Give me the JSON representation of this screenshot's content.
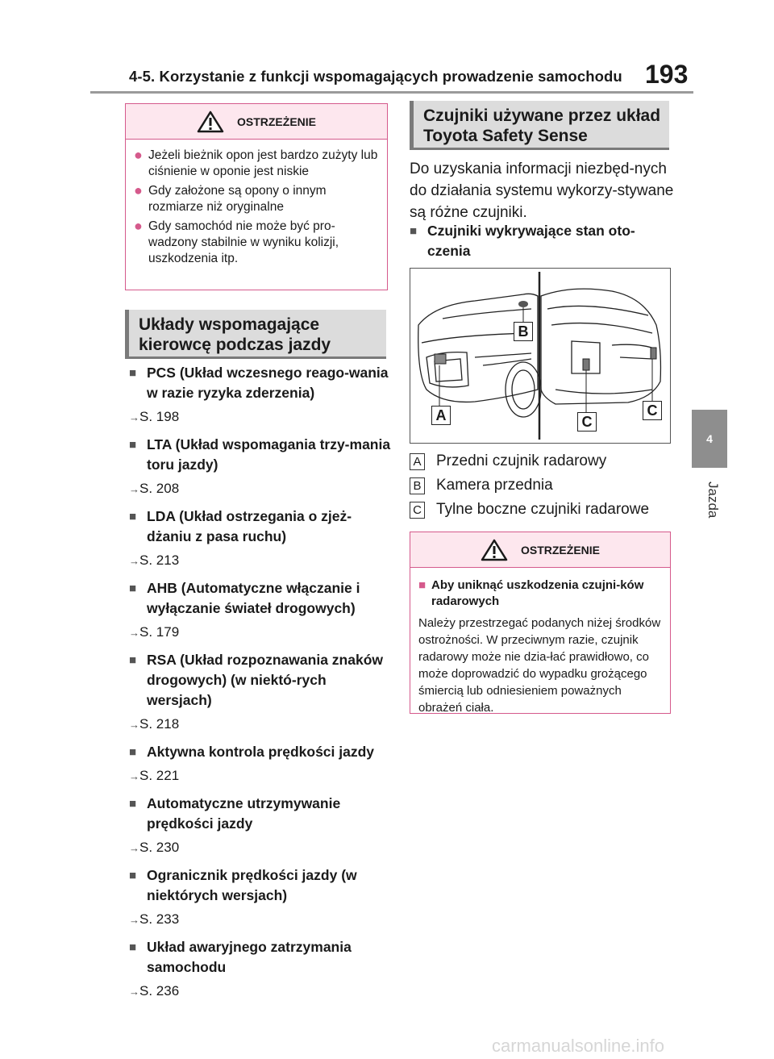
{
  "header": {
    "title": "4-5. Korzystanie z funkcji wspomagających prowadzenie samochodu",
    "page_number": "193"
  },
  "side_tab": {
    "number": "4",
    "label": "Jazda"
  },
  "warning_left": {
    "title": "OSTRZEŻENIE",
    "items": [
      "Jeżeli bieżnik opon jest bardzo zużyty lub ciśnienie w oponie jest niskie",
      "Gdy założone są opony o innym rozmiarze niż oryginalne",
      "Gdy samochód nie może być pro-wadzony stabilnie w wyniku kolizji, uszkodzenia itp."
    ]
  },
  "section_left": {
    "heading": "Układy wspomagające kierowcę podczas jazdy"
  },
  "features": [
    {
      "name": "PCS (Układ wczesnego reago-wania w razie ryzyka zderzenia)",
      "ref": "S. 198"
    },
    {
      "name": "LTA (Układ wspomagania trzy-mania toru jazdy)",
      "ref": "S. 208"
    },
    {
      "name": "LDA (Układ ostrzegania o zjeż-dżaniu z pasa ruchu)",
      "ref": "S. 213"
    },
    {
      "name": "AHB (Automatyczne włączanie i wyłączanie świateł drogowych)",
      "ref": "S. 179"
    },
    {
      "name": "RSA (Układ rozpoznawania znaków drogowych) (w niektó-rych wersjach)",
      "ref": "S. 218"
    },
    {
      "name": "Aktywna kontrola prędkości jazdy",
      "ref": "S. 221"
    },
    {
      "name": "Automatyczne utrzymywanie prędkości jazdy",
      "ref": "S. 230"
    },
    {
      "name": "Ogranicznik prędkości jazdy (w niektórych wersjach)",
      "ref": "S. 233"
    },
    {
      "name": "Układ awaryjnego zatrzymania samochodu",
      "ref": "S. 236"
    }
  ],
  "section_right": {
    "heading": "Czujniki używane przez układ Toyota Safety Sense",
    "intro": "Do uzyskania informacji niezbęd-nych do działania systemu wykorzy-stywane są różne czujniki.",
    "subheading": "Czujniki wykrywające stan oto-czenia"
  },
  "diagram": {
    "labels": [
      "A",
      "B",
      "C",
      "C"
    ]
  },
  "legend": [
    {
      "letter": "A",
      "text": "Przedni czujnik radarowy"
    },
    {
      "letter": "B",
      "text": "Kamera przednia"
    },
    {
      "letter": "C",
      "text": "Tylne boczne czujniki radarowe"
    }
  ],
  "warning_right": {
    "title": "OSTRZEŻENIE",
    "subtitle": "Aby uniknąć uszkodzenia czujni-ków radarowych",
    "text": "Należy przestrzegać podanych niżej środków ostrożności. W przeciwnym razie, czujnik radarowy może nie dzia-łać prawidłowo, co może doprowadzić do wypadku grożącego śmiercią lub odniesieniem poważnych obrażeń ciała."
  },
  "arrow_symbol": "→",
  "footer": "carmanualsonline.info",
  "colors": {
    "warning_accent": "#d55a8c",
    "warning_head_bg": "#fde7ee",
    "heading_bg": "#dcdcdc"
  }
}
